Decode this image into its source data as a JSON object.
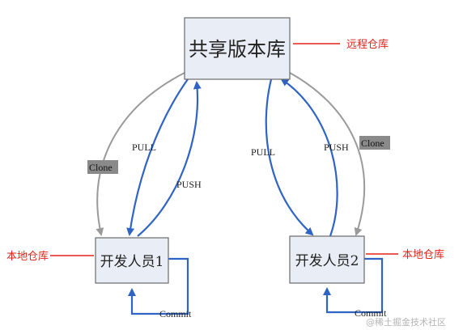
{
  "nodes": {
    "remote": "共享版本库",
    "dev1": "开发人员1",
    "dev2": "开发人员2"
  },
  "edges": {
    "pull": "PULL",
    "push": "PUSH",
    "clone": "Clone",
    "commit": "Commit"
  },
  "annotations": {
    "remote": "远程仓库",
    "local": "本地仓库"
  },
  "watermark": "@稀土掘金技术社区",
  "colors": {
    "arrow_blue": "#2f64c4",
    "arrow_gray": "#9a9a9a",
    "annotation_red": "#e2231a",
    "box_fill": "#e9eef6"
  }
}
